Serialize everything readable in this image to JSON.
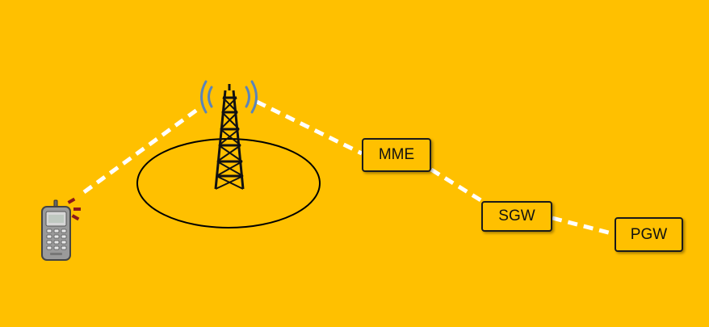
{
  "diagram": {
    "background_color": "#FFC000",
    "link_color": "#FFFFFF",
    "nodes": [
      {
        "id": "ue",
        "icon": "mobile-phone-icon"
      },
      {
        "id": "enodeb",
        "icon": "cell-tower-icon"
      },
      {
        "id": "mme",
        "label": "MME"
      },
      {
        "id": "sgw",
        "label": "SGW"
      },
      {
        "id": "pgw",
        "label": "PGW"
      }
    ],
    "links": [
      {
        "from": "ue",
        "to": "enodeb",
        "style": "dashed"
      },
      {
        "from": "enodeb",
        "to": "mme",
        "style": "dashed"
      },
      {
        "from": "mme",
        "to": "sgw",
        "style": "dashed"
      },
      {
        "from": "sgw",
        "to": "pgw",
        "style": "dashed"
      }
    ]
  }
}
